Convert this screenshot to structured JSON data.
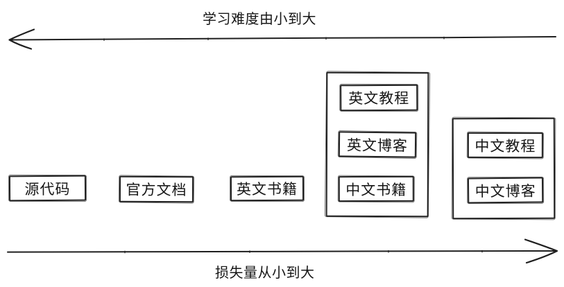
{
  "diagram": {
    "background_color": "#ffffff",
    "stroke_color": "#1f1f1f",
    "text_color": "#161616"
  },
  "axes": {
    "top": {
      "label": "学习难度由小到大",
      "arrow_direction": "left"
    },
    "bottom": {
      "label": "损失量从小到大",
      "arrow_direction": "right"
    }
  },
  "boxes": [
    {
      "label": "源代码"
    },
    {
      "label": "官方文档"
    },
    {
      "label": "英文书籍"
    }
  ],
  "groups": [
    {
      "items": [
        {
          "label": "英文教程"
        },
        {
          "label": "英文博客"
        },
        {
          "label": "中文书籍"
        }
      ]
    },
    {
      "items": [
        {
          "label": "中文教程"
        },
        {
          "label": "中文博客"
        }
      ]
    }
  ]
}
